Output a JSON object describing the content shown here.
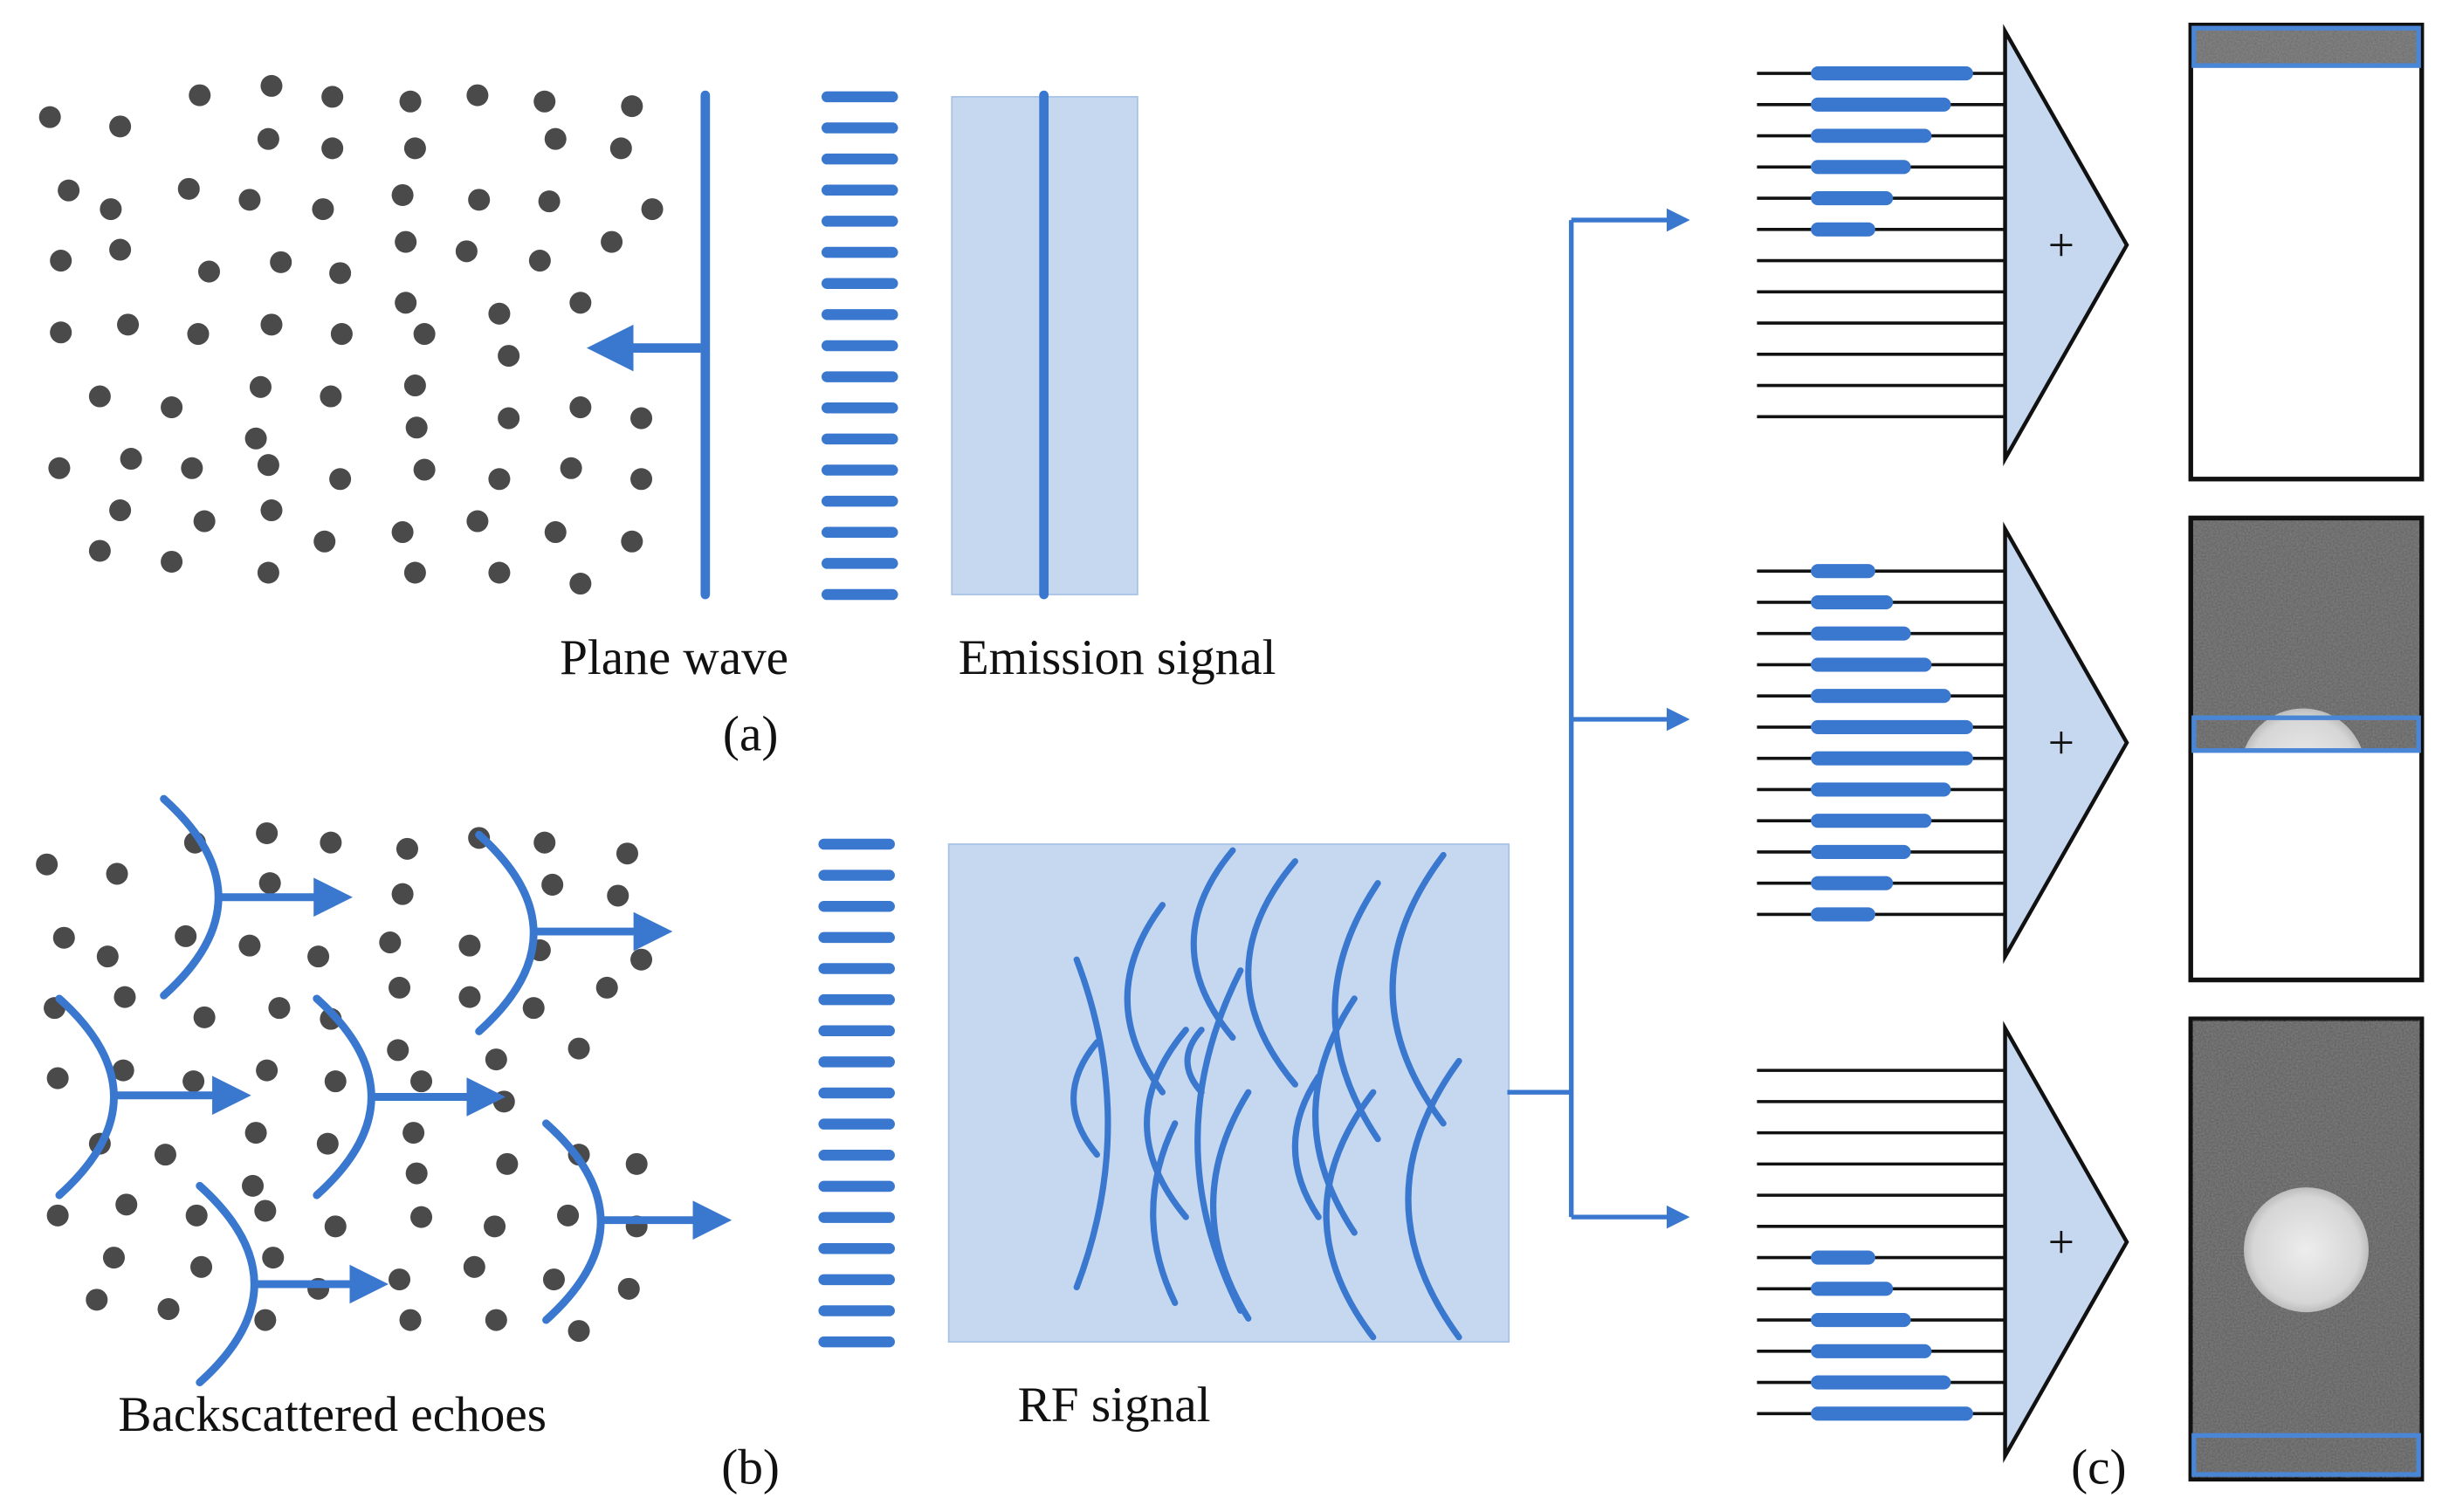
{
  "colors": {
    "accent": "#3a78cf",
    "panel_fill": "#c5d8f0",
    "dot": "#4a4a4a",
    "line": "#111111"
  },
  "panel_a": {
    "plane_wave_label": "Plane wave",
    "emission_label": "Emission signal",
    "caption": "(a)"
  },
  "panel_b": {
    "echoes_label": "Backscattered echoes",
    "rf_label": "RF signal",
    "caption": "(b)"
  },
  "panel_c": {
    "caption": "(c)",
    "sum_symbol": "+",
    "rows": [
      {
        "name": "top-depth",
        "bar_lengths": [
          1.0,
          0.85,
          0.72,
          0.58,
          0.46,
          0.34,
          0,
          0,
          0,
          0,
          0,
          0
        ]
      },
      {
        "name": "middle-depth",
        "bar_lengths": [
          0.34,
          0.46,
          0.58,
          0.72,
          0.85,
          1.0,
          1.0,
          0.85,
          0.72,
          0.58,
          0.46,
          0.34
        ]
      },
      {
        "name": "bottom-depth",
        "bar_lengths": [
          0,
          0,
          0,
          0,
          0,
          0,
          0.34,
          0.46,
          0.58,
          0.72,
          0.85,
          1.0
        ]
      }
    ]
  }
}
